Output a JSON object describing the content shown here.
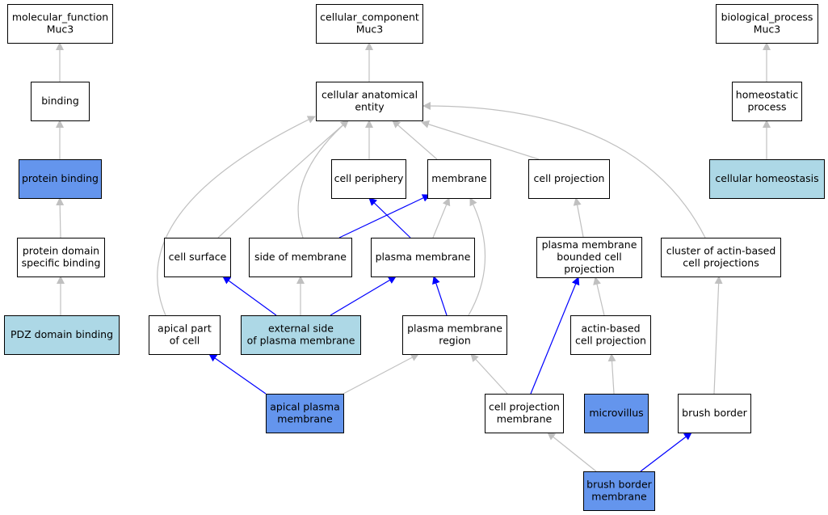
{
  "colors": {
    "default_fill": "#ffffff",
    "highlight_fill": "#6495ed",
    "light_fill": "#add8e6",
    "gray_edge": "#c0c0c0",
    "blue_edge": "#0000ff"
  },
  "nodes": [
    {
      "id": "molecular_function",
      "lines": [
        "molecular_function",
        "Muc3"
      ],
      "fill": "default"
    },
    {
      "id": "cellular_component",
      "lines": [
        "cellular_component",
        "Muc3"
      ],
      "fill": "default"
    },
    {
      "id": "biological_process",
      "lines": [
        "biological_process",
        "Muc3"
      ],
      "fill": "default"
    },
    {
      "id": "binding",
      "lines": [
        "binding"
      ],
      "fill": "default"
    },
    {
      "id": "cellular_anatomical_entity",
      "lines": [
        "cellular anatomical",
        "entity"
      ],
      "fill": "default"
    },
    {
      "id": "homeostatic_process",
      "lines": [
        "homeostatic",
        "process"
      ],
      "fill": "default"
    },
    {
      "id": "protein_binding",
      "lines": [
        "protein binding"
      ],
      "fill": "highlight"
    },
    {
      "id": "cell_periphery",
      "lines": [
        "cell periphery"
      ],
      "fill": "default"
    },
    {
      "id": "membrane",
      "lines": [
        "membrane"
      ],
      "fill": "default"
    },
    {
      "id": "cell_projection",
      "lines": [
        "cell projection"
      ],
      "fill": "default"
    },
    {
      "id": "cellular_homeostasis",
      "lines": [
        "cellular homeostasis"
      ],
      "fill": "light"
    },
    {
      "id": "protein_domain_specific_binding",
      "lines": [
        "protein domain",
        "specific binding"
      ],
      "fill": "default"
    },
    {
      "id": "cell_surface",
      "lines": [
        "cell surface"
      ],
      "fill": "default"
    },
    {
      "id": "side_of_membrane",
      "lines": [
        "side of membrane"
      ],
      "fill": "default"
    },
    {
      "id": "plasma_membrane",
      "lines": [
        "plasma membrane"
      ],
      "fill": "default"
    },
    {
      "id": "plasma_membrane_bounded_cell_projection",
      "lines": [
        "plasma membrane",
        "bounded cell",
        "projection"
      ],
      "fill": "default"
    },
    {
      "id": "cluster_of_actin_based_cell_projections",
      "lines": [
        "cluster of actin-based",
        "cell projections"
      ],
      "fill": "default"
    },
    {
      "id": "pdz_domain_binding",
      "lines": [
        "PDZ domain binding"
      ],
      "fill": "light"
    },
    {
      "id": "apical_part_of_cell",
      "lines": [
        "apical part",
        "of cell"
      ],
      "fill": "default"
    },
    {
      "id": "external_side_of_plasma_membrane",
      "lines": [
        "external side",
        "of plasma membrane"
      ],
      "fill": "light"
    },
    {
      "id": "plasma_membrane_region",
      "lines": [
        "plasma membrane",
        "region"
      ],
      "fill": "default"
    },
    {
      "id": "actin_based_cell_projection",
      "lines": [
        "actin-based",
        "cell projection"
      ],
      "fill": "default"
    },
    {
      "id": "apical_plasma_membrane",
      "lines": [
        "apical plasma",
        "membrane"
      ],
      "fill": "highlight"
    },
    {
      "id": "cell_projection_membrane",
      "lines": [
        "cell projection",
        "membrane"
      ],
      "fill": "default"
    },
    {
      "id": "microvillus",
      "lines": [
        "microvillus"
      ],
      "fill": "highlight"
    },
    {
      "id": "brush_border",
      "lines": [
        "brush border"
      ],
      "fill": "default"
    },
    {
      "id": "brush_border_membrane",
      "lines": [
        "brush border",
        "membrane"
      ],
      "fill": "highlight"
    }
  ],
  "edges": [
    {
      "from": "binding",
      "to": "molecular_function",
      "color": "gray"
    },
    {
      "from": "protein_binding",
      "to": "binding",
      "color": "gray"
    },
    {
      "from": "protein_domain_specific_binding",
      "to": "protein_binding",
      "color": "gray"
    },
    {
      "from": "pdz_domain_binding",
      "to": "protein_domain_specific_binding",
      "color": "gray"
    },
    {
      "from": "cellular_anatomical_entity",
      "to": "cellular_component",
      "color": "gray"
    },
    {
      "from": "homeostatic_process",
      "to": "biological_process",
      "color": "gray"
    },
    {
      "from": "cellular_homeostasis",
      "to": "homeostatic_process",
      "color": "gray"
    },
    {
      "from": "cell_periphery",
      "to": "cellular_anatomical_entity",
      "color": "gray"
    },
    {
      "from": "membrane",
      "to": "cellular_anatomical_entity",
      "color": "gray"
    },
    {
      "from": "cell_projection",
      "to": "cellular_anatomical_entity",
      "color": "gray"
    },
    {
      "from": "cell_surface",
      "to": "cellular_anatomical_entity",
      "color": "gray"
    },
    {
      "from": "side_of_membrane",
      "to": "cellular_anatomical_entity",
      "color": "gray"
    },
    {
      "from": "apical_part_of_cell",
      "to": "cellular_anatomical_entity",
      "color": "gray"
    },
    {
      "from": "cluster_of_actin_based_cell_projections",
      "to": "cellular_anatomical_entity",
      "color": "gray"
    },
    {
      "from": "side_of_membrane",
      "to": "membrane",
      "color": "blue"
    },
    {
      "from": "plasma_membrane",
      "to": "cell_periphery",
      "color": "blue"
    },
    {
      "from": "plasma_membrane",
      "to": "membrane",
      "color": "gray"
    },
    {
      "from": "plasma_membrane_region",
      "to": "membrane",
      "color": "gray"
    },
    {
      "from": "plasma_membrane_bounded_cell_projection",
      "to": "cell_projection",
      "color": "gray"
    },
    {
      "from": "external_side_of_plasma_membrane",
      "to": "cell_surface",
      "color": "blue"
    },
    {
      "from": "external_side_of_plasma_membrane",
      "to": "side_of_membrane",
      "color": "gray"
    },
    {
      "from": "external_side_of_plasma_membrane",
      "to": "plasma_membrane",
      "color": "blue"
    },
    {
      "from": "plasma_membrane_region",
      "to": "plasma_membrane",
      "color": "blue"
    },
    {
      "from": "actin_based_cell_projection",
      "to": "plasma_membrane_bounded_cell_projection",
      "color": "gray"
    },
    {
      "from": "cell_projection_membrane",
      "to": "plasma_membrane_bounded_cell_projection",
      "color": "blue"
    },
    {
      "from": "apical_plasma_membrane",
      "to": "apical_part_of_cell",
      "color": "blue"
    },
    {
      "from": "apical_plasma_membrane",
      "to": "plasma_membrane_region",
      "color": "gray"
    },
    {
      "from": "cell_projection_membrane",
      "to": "plasma_membrane_region",
      "color": "gray"
    },
    {
      "from": "microvillus",
      "to": "actin_based_cell_projection",
      "color": "gray"
    },
    {
      "from": "brush_border",
      "to": "cluster_of_actin_based_cell_projections",
      "color": "gray"
    },
    {
      "from": "brush_border_membrane",
      "to": "cell_projection_membrane",
      "color": "gray"
    },
    {
      "from": "brush_border_membrane",
      "to": "brush_border",
      "color": "blue"
    }
  ]
}
